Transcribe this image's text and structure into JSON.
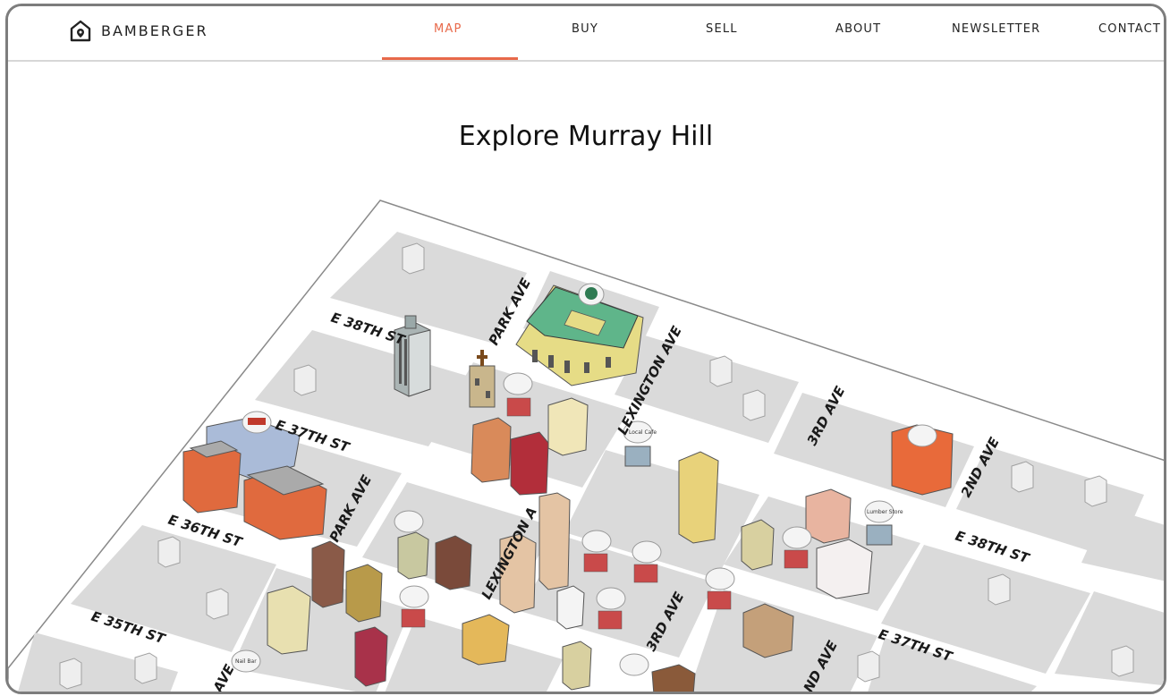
{
  "brand": {
    "name": "BAMBERGER"
  },
  "nav": {
    "items": [
      {
        "label": "MAP",
        "active": true
      },
      {
        "label": "BUY",
        "active": false
      },
      {
        "label": "SELL",
        "active": false
      },
      {
        "label": "ABOUT",
        "active": false
      },
      {
        "label": "NEWSLETTER",
        "active": false
      },
      {
        "label": "CONTACT",
        "active": false
      }
    ],
    "accent": "#e8694a"
  },
  "page": {
    "title": "Explore Murray Hill"
  },
  "map": {
    "streets": {
      "e38_left": "E 38TH ST",
      "e37_left": "E 37TH ST",
      "e36_left": "E 36TH ST",
      "e35_left": "E 35TH ST",
      "park_top": "PARK AVE",
      "park_mid": "PARK AVE",
      "lex_top": "LEXINGTON AVE",
      "lex_mid": "LEXINGTON A",
      "third_top": "3RD AVE",
      "third_mid": "3RD AVE",
      "second_top": "2ND AVE",
      "second_bottom": "ND AVE",
      "e38_right": "E 38TH ST",
      "e37_right": "E 37TH ST",
      "ave_bottom_left": "AVE"
    },
    "pins": {
      "local_cafe": "Local Cafe",
      "lumber": "Lumber Store",
      "nail": "Nail Bar"
    },
    "colors": {
      "block": "#dadada",
      "street": "#ffffff",
      "edge": "#9a9a9a"
    }
  }
}
